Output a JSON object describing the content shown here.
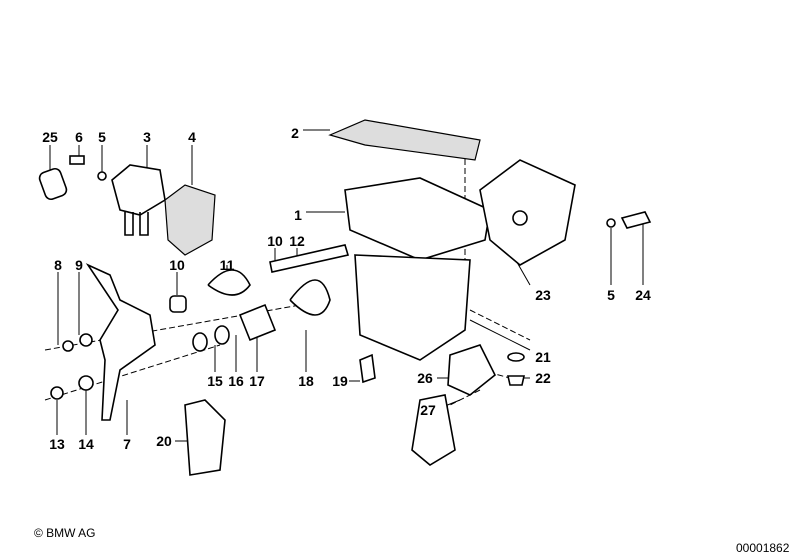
{
  "diagram": {
    "labels": [
      "25",
      "6",
      "5",
      "3",
      "4",
      "2",
      "1",
      "10",
      "12",
      "8",
      "9",
      "10",
      "11",
      "23",
      "5",
      "24",
      "21",
      "26",
      "22",
      "19",
      "18",
      "17",
      "16",
      "15",
      "27",
      "20",
      "13",
      "14",
      "7"
    ]
  },
  "footer": {
    "copyright": "© BMW AG",
    "image_number": "00001862"
  }
}
